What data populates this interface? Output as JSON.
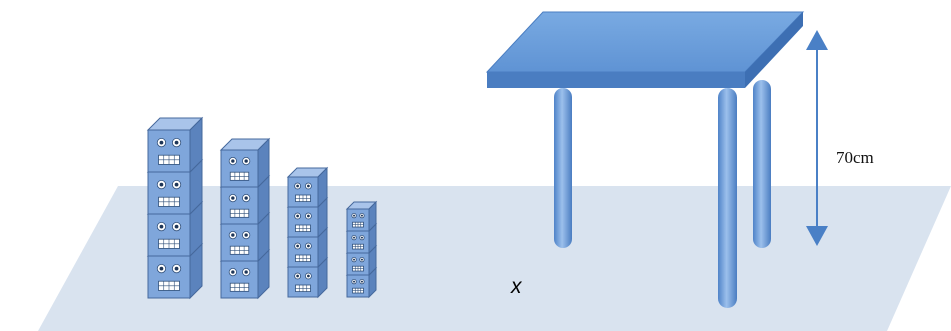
{
  "labels": {
    "height": "70cm",
    "unknown": "x"
  },
  "stacks": [
    {
      "blocks": 4
    },
    {
      "blocks": 4
    },
    {
      "blocks": 4
    },
    {
      "blocks": 4
    }
  ],
  "colors": {
    "floor": "#d9e3ef",
    "block_front": "#7fa6db",
    "block_top": "#a9c4ea",
    "block_side": "#5b83bd",
    "block_outline": "#45689c",
    "table_top": "#6a9ed8",
    "table_edge": "#4a7dc1",
    "table_leg": "#5b8fd0",
    "arrow": "#4a80c6"
  }
}
